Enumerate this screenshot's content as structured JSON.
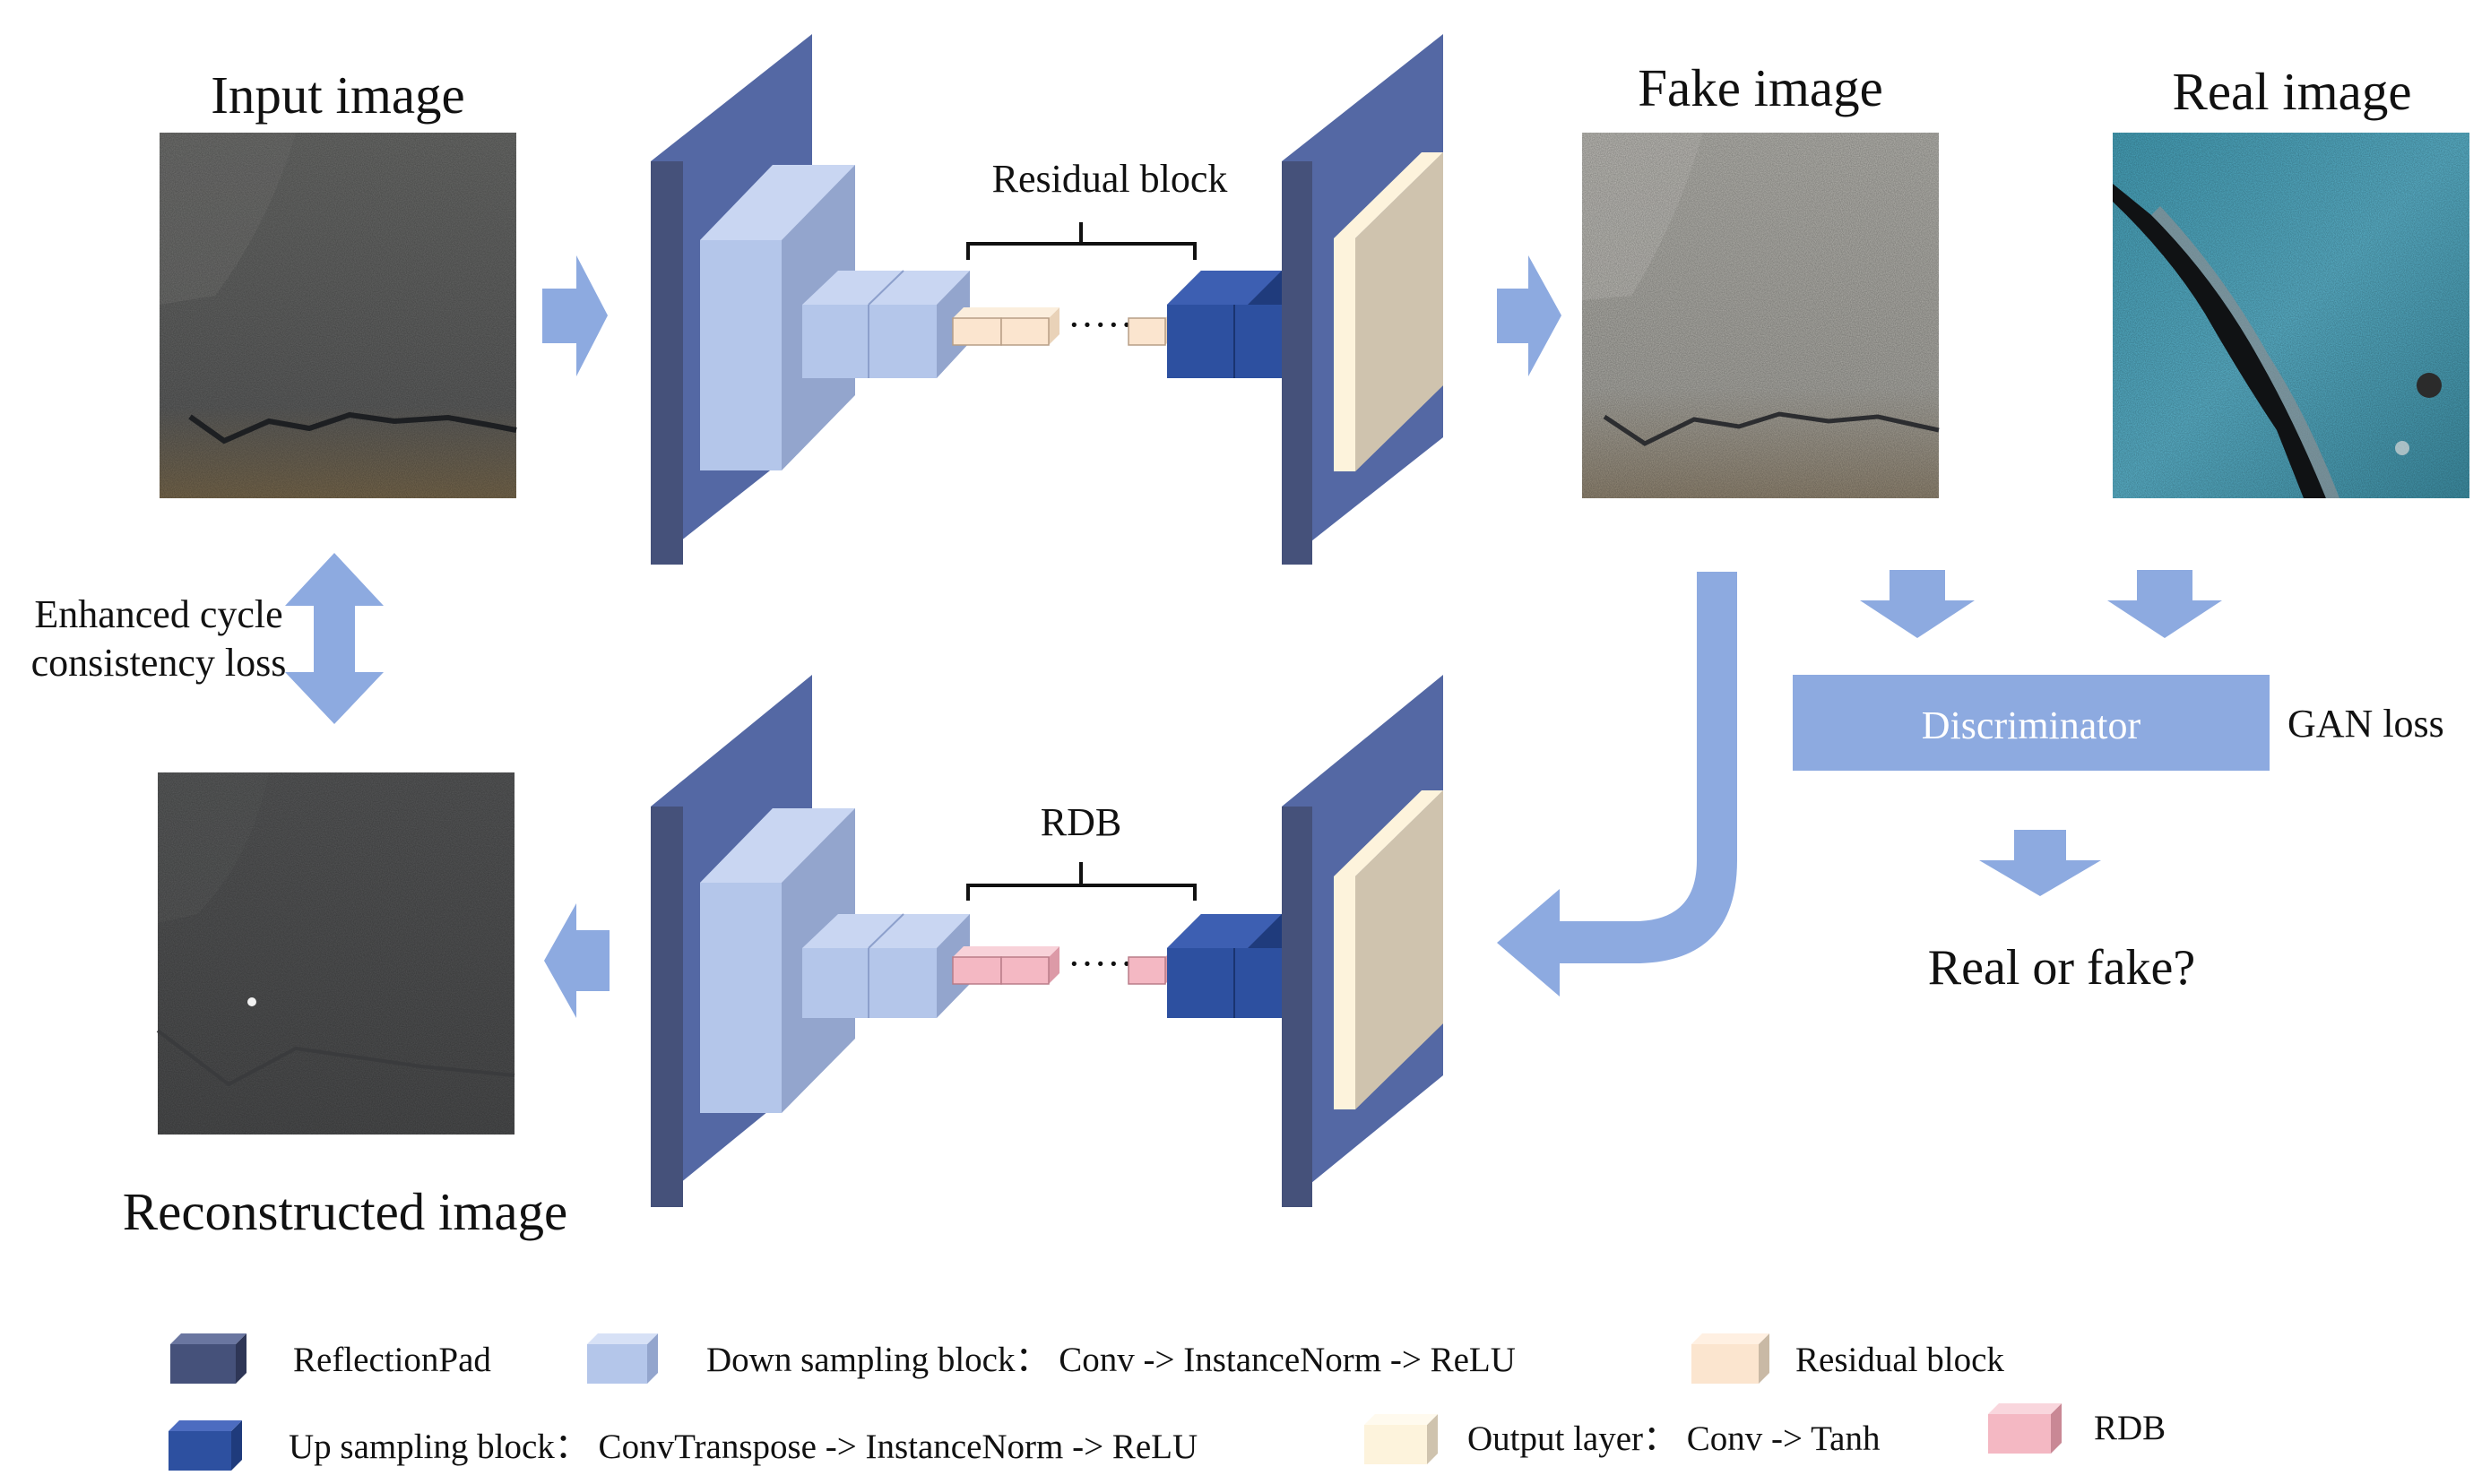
{
  "images": {
    "input": {
      "label": "Input image"
    },
    "fake": {
      "label": "Fake image"
    },
    "real": {
      "label": "Real image"
    },
    "reconstructed": {
      "label": "Reconstructed image"
    }
  },
  "generator_top": {
    "inner_label": "Residual block"
  },
  "generator_bottom": {
    "inner_label": "RDB"
  },
  "loss": {
    "cycle_line1": "Enhanced cycle",
    "cycle_line2": "consistency loss",
    "gan": "GAN loss"
  },
  "discriminator": {
    "label": "Discriminator"
  },
  "question": "Real or fake?",
  "legend": {
    "reflection_pad": "ReflectionPad",
    "down_sampling": "Down sampling block： Conv -> InstanceNorm -> ReLU",
    "residual": "Residual block",
    "up_sampling": "Up sampling block： ConvTranspose -> InstanceNorm -> ReLU",
    "output_layer": "Output layer： Conv -> Tanh",
    "rdb": "RDB"
  },
  "colors": {
    "reflection_pad": "#45517A",
    "down_sampling": "#B4C6EA",
    "up_sampling": "#2D50A0",
    "output_layer": "#FDF3DC",
    "residual": "#FBE5CF",
    "rdb": "#F4B8C3",
    "arrow": "#8DAAE0",
    "discriminator": "#8DAAE0"
  }
}
